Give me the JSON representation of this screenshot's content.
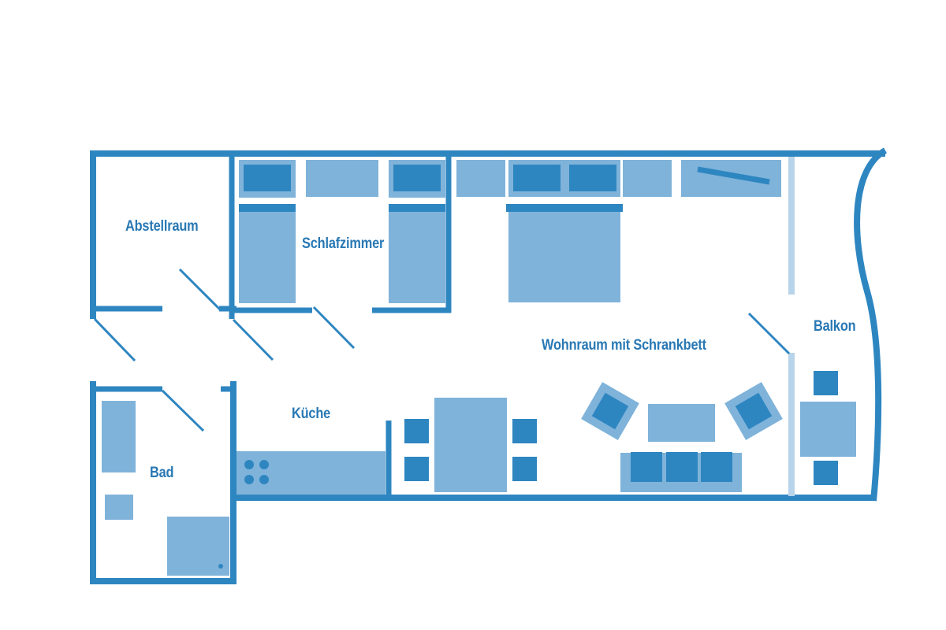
{
  "colors": {
    "wall": "#2e86c1",
    "furniture_light": "#7fb3da",
    "furniture_dark": "#2e86c1",
    "glass": "#b8d4ea",
    "label": "#2878b4",
    "background": "#ffffff"
  },
  "rooms": {
    "abstellraum": "Abstellraum",
    "schlafzimmer": "Schlafzimmer",
    "wohnraum": "Wohnraum mit Schrankbett",
    "balkon": "Balkon",
    "kueche": "Küche",
    "bad": "Bad"
  }
}
